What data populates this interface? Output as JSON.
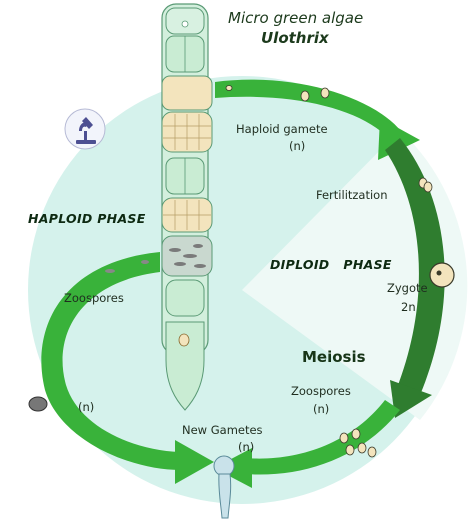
{
  "title": {
    "line1": "Micro green algae",
    "line2": "Ulothrix"
  },
  "labels": {
    "haploid_gamete": "Haploid gamete",
    "haploid_gamete_n": "(n)",
    "fertilization": "Fertilitzation",
    "haploid_phase": "HAPLOID PHASE",
    "diploid_phase": "DIPLOID   PHASE",
    "zygote": "Zygote",
    "zygote_2n": "2n",
    "zoospores_left": "Zoospores",
    "left_n": "(n)",
    "meiosis": "Meiosis",
    "zoospores_right": "Zoospores",
    "zoospores_right_n": "(n)",
    "new_gametes": "New Gametes",
    "new_gametes_n": "(n)"
  },
  "icons": [
    "microscope-icon"
  ],
  "colors": {
    "cycle_background": "#d5f2ec",
    "diploid_sector": "#eef9f6",
    "arrow_green": "#39b23a",
    "arrow_dark_green": "#2f7d2f",
    "cell_green": "#c9ecd3",
    "chloroplast": "#f3e4bd"
  }
}
